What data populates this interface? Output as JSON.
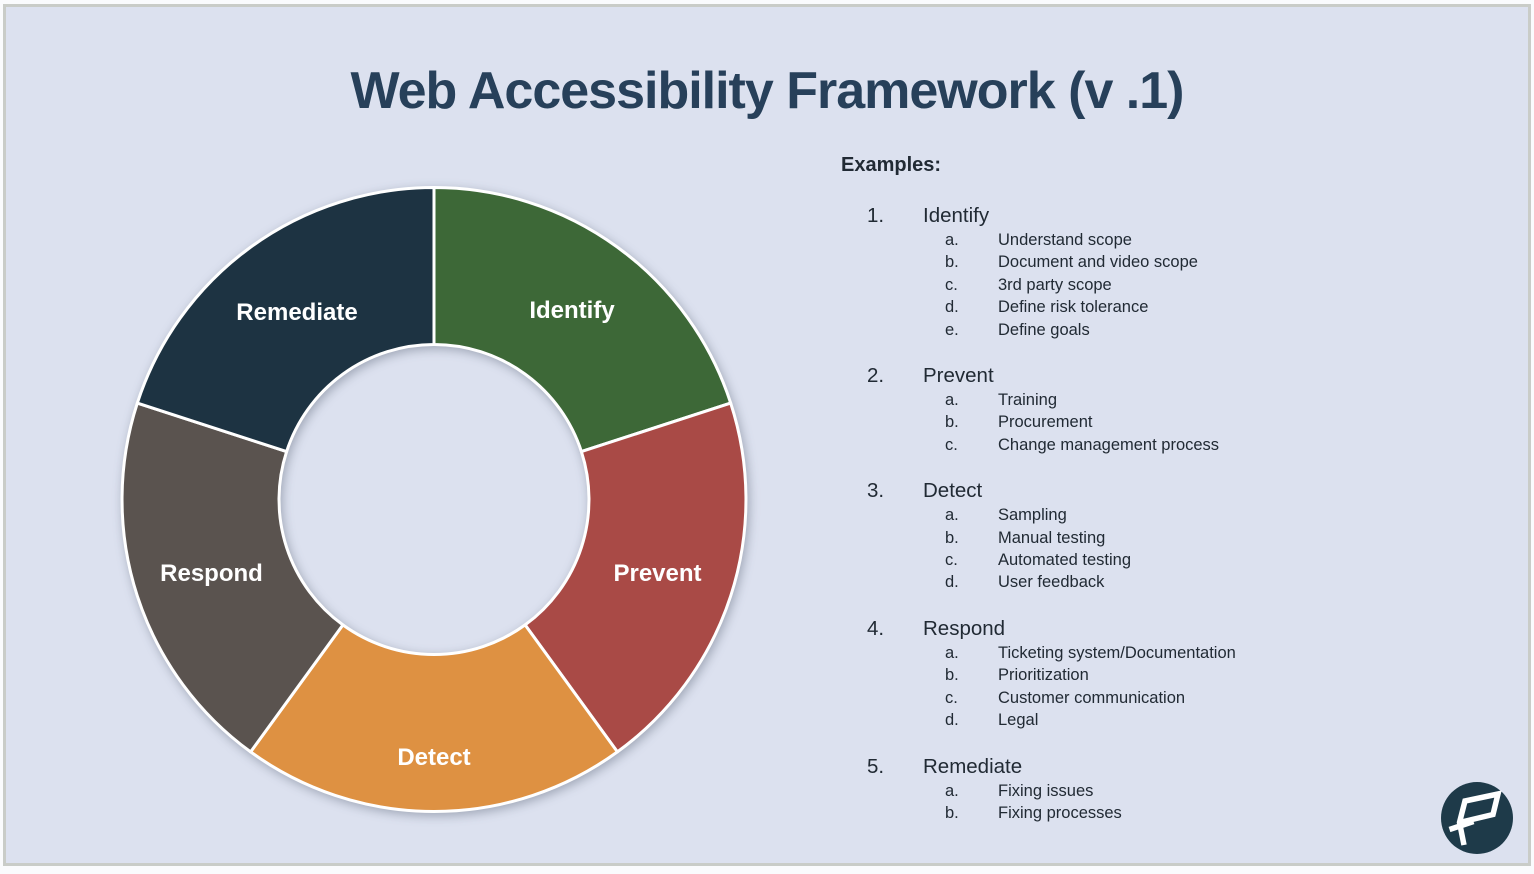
{
  "page": {
    "background": "#fafbfd",
    "slide_background": "#dce1ef",
    "border_color": "#c9ccc8"
  },
  "title": "Web Accessibility Framework (v .1)",
  "chart_data": {
    "type": "pie",
    "subtype": "donut",
    "title": "Web Accessibility Framework (v .1)",
    "direction": "clockwise",
    "start_angle_deg": 0,
    "label_position": "inside",
    "label_color": "#ffffff",
    "segments": [
      {
        "label": "Identify",
        "value": 20,
        "color": "#3d6837"
      },
      {
        "label": "Prevent",
        "value": 20,
        "color": "#a94a46"
      },
      {
        "label": "Detect",
        "value": 20,
        "color": "#de9142"
      },
      {
        "label": "Respond",
        "value": 20,
        "color": "#5a534f"
      },
      {
        "label": "Remediate",
        "value": 20,
        "color": "#1d3342"
      }
    ]
  },
  "examples": {
    "heading": "Examples:",
    "groups": [
      {
        "number": "1.",
        "label": "Identify",
        "items": [
          {
            "letter": "a.",
            "text": "Understand scope"
          },
          {
            "letter": "b.",
            "text": "Document and video scope"
          },
          {
            "letter": "c.",
            "text": "3rd party scope"
          },
          {
            "letter": "d.",
            "text": "Define risk tolerance"
          },
          {
            "letter": "e.",
            "text": "Define goals"
          }
        ]
      },
      {
        "number": "2.",
        "label": "Prevent",
        "items": [
          {
            "letter": "a.",
            "text": "Training"
          },
          {
            "letter": "b.",
            "text": "Procurement"
          },
          {
            "letter": "c.",
            "text": "Change management process"
          }
        ]
      },
      {
        "number": "3.",
        "label": "Detect",
        "items": [
          {
            "letter": "a.",
            "text": "Sampling"
          },
          {
            "letter": "b.",
            "text": "Manual testing"
          },
          {
            "letter": "c.",
            "text": "Automated testing"
          },
          {
            "letter": "d.",
            "text": "User feedback"
          }
        ]
      },
      {
        "number": "4.",
        "label": "Respond",
        "items": [
          {
            "letter": "a.",
            "text": "Ticketing system/Documentation"
          },
          {
            "letter": "b.",
            "text": "Prioritization"
          },
          {
            "letter": "c.",
            "text": "Customer communication"
          },
          {
            "letter": "d.",
            "text": "Legal"
          }
        ]
      },
      {
        "number": "5.",
        "label": "Remediate",
        "items": [
          {
            "letter": "a.",
            "text": "Fixing issues"
          },
          {
            "letter": "b.",
            "text": "Fixing processes"
          }
        ]
      }
    ]
  },
  "logo": {
    "icon": "stylized-p-logo",
    "background": "#1e3a49"
  }
}
